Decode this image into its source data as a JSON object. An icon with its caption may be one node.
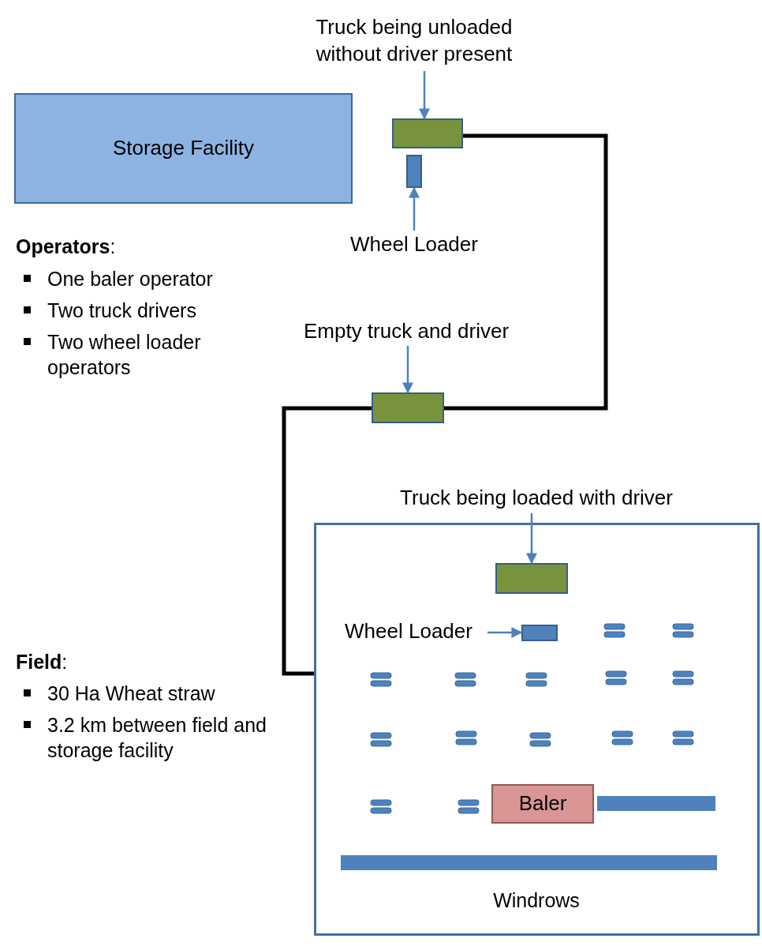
{
  "diagram": {
    "nodes": [
      {
        "text": [
          "Storage Facility"
        ]
      },
      {
        "text": [],
        "shape": "box"
      },
      {
        "text": [],
        "shape": "box"
      },
      {
        "text": [
          "Truck being unloaded without driver present"
        ]
      },
      {
        "text": [
          "Wheel Loader"
        ]
      },
      {
        "text": [
          "Empty truck and driver"
        ]
      },
      {
        "text": [],
        "shape": "box"
      },
      {
        "text": [],
        "shape": "box"
      },
      {
        "text": [
          "Truck being loaded with driver"
        ]
      },
      {
        "text": [],
        "shape": "box",
        "in": 7
      },
      {
        "text": [
          "Wheel Loader"
        ],
        "in": 7
      },
      {
        "text": [],
        "shape": "box",
        "in": 7
      },
      {
        "text": [
          "Baler"
        ],
        "in": 7
      }
    ],
    "edges": [
      {
        "from": 3,
        "to": 1,
        "arrow": "to"
      },
      {
        "from": 4,
        "to": 2,
        "arrow": "to"
      },
      {
        "from": 1,
        "to": 6,
        "arrow": "none",
        "style": "thick",
        "color": "#000000"
      },
      {
        "from": 5,
        "to": 6,
        "arrow": "to"
      },
      {
        "from": 6,
        "to": 7,
        "arrow": "none",
        "style": "thick",
        "color": "#000000"
      },
      {
        "from": 8,
        "to": 9,
        "arrow": "to"
      },
      {
        "from": 10,
        "to": 11,
        "arrow": "to"
      }
    ],
    "labels": [
      "**Operators**:",
      "One baler operator",
      "Two truck drivers",
      "Two wheel loader operators",
      "**Field**:",
      "30 Ha Wheat straw",
      "3.2 km between field and storage facility",
      "Windrows"
    ]
  }
}
